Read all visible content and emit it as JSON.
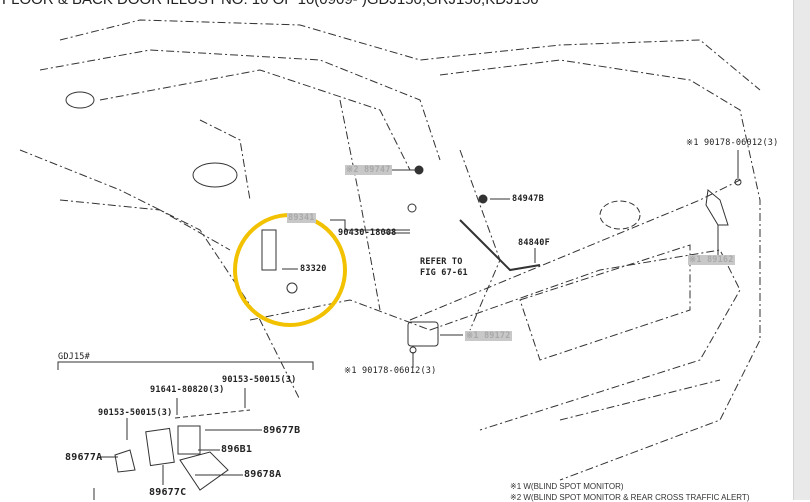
{
  "header": {
    "title": "FLOOR & BACK DOOR ILLUST NO. 10 OF 10(0909- )GDJ150,GRJ150,KDJ150"
  },
  "diagram": {
    "section_label": "GDJ15#",
    "labels": {
      "p89747": "※2 89747",
      "p89341": "89341",
      "p90430": "90430-18008",
      "p83320": "83320",
      "p84947b": "84947B",
      "p84840f": "84840F",
      "refer1": "REFER TO",
      "refer2": "FIG 67-61",
      "p90178_top": "※1 90178-06012(3)",
      "p89162": "※1 89162",
      "p89172": "※1 89172",
      "p90178_bottom": "※1 90178-06012(3)",
      "p91641": "91641-80820(3)",
      "p90153_a": "90153-50015(3)",
      "p90153_b": "90153-50015(3)",
      "p89677b": "89677B",
      "p896b1": "896B1",
      "p89677a": "89677A",
      "p89678a": "89678A",
      "p89677c": "89677C"
    },
    "highlight_color": "#f2c200",
    "notes": [
      "※1 W(BLIND SPOT MONITOR)",
      "※2 W(BLIND SPOT MONITOR & REAR CROSS TRAFFIC ALERT)"
    ]
  }
}
